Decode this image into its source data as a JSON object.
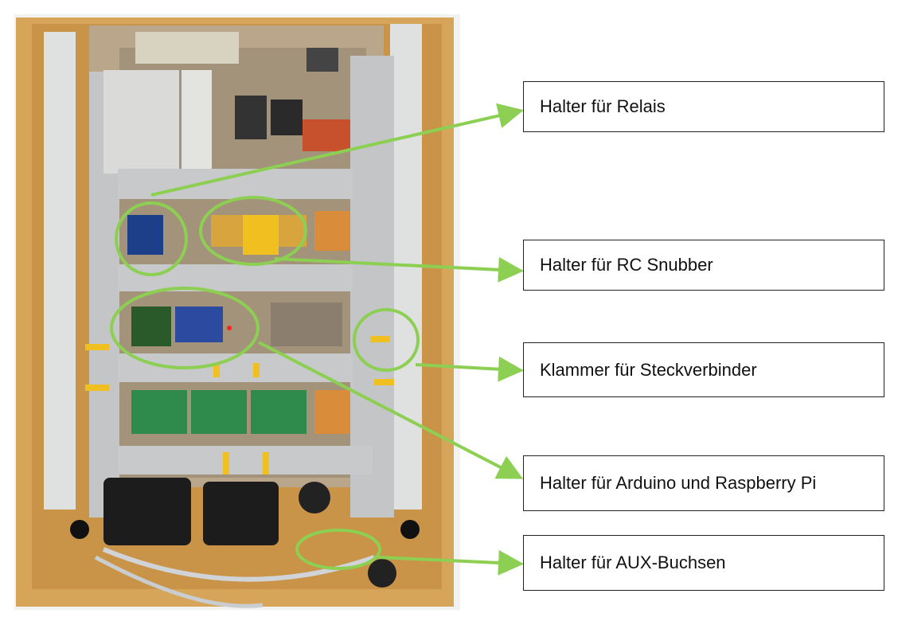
{
  "labels": [
    "Halter für Relais",
    "Halter für RC Snubber",
    "Klammer für Steckverbinder",
    "Halter für Arduino und Raspberry Pi",
    "Halter für AUX-Buchsen"
  ],
  "colors": {
    "annotation": "#8ccf52",
    "wood": "#d9a85c",
    "panel": "#c9c9c9",
    "rail": "#bfc1c3"
  }
}
